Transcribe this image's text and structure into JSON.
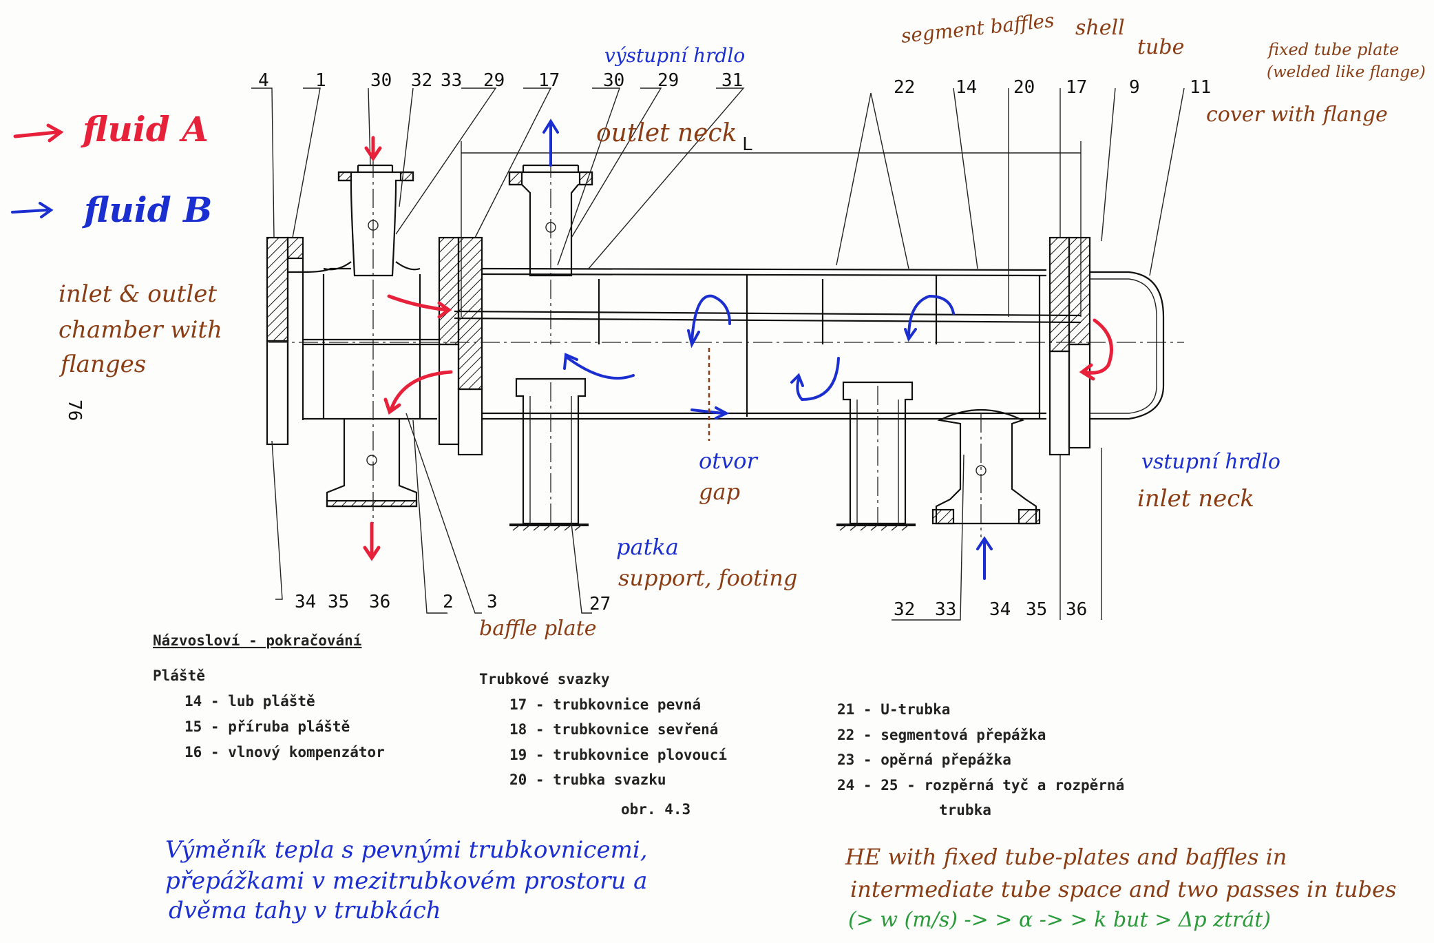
{
  "part_numbers_top_left": [
    "4",
    "1",
    "30",
    "32",
    "33",
    "29",
    "17",
    "30",
    "29",
    "31"
  ],
  "part_numbers_top_right": [
    "22",
    "14",
    "20",
    "17",
    "9",
    "11"
  ],
  "part_numbers_bottom_left": [
    "34",
    "35",
    "36",
    "2",
    "3",
    "27"
  ],
  "part_numbers_bottom_right": [
    "32",
    "33",
    "34",
    "35",
    "36"
  ],
  "dimension_label": "L",
  "page_number": "76",
  "annotations": {
    "fluid_a": "fluid A",
    "fluid_b": "fluid B",
    "outlet_neck_cz": "výstupní hrdlo",
    "outlet_neck_en": "outlet neck",
    "segment_baffles": "segment baffles",
    "shell": "shell",
    "tube": "tube",
    "fixed_tube_plate_1": "fixed tube plate",
    "fixed_tube_plate_2": "(welded like flange)",
    "cover_with_flange": "cover with flange",
    "chamber_1": "inlet & outlet",
    "chamber_2": "chamber with",
    "chamber_3": "flanges",
    "gap_cz": "otvor",
    "gap_en": "gap",
    "footing_cz": "patka",
    "footing_en": "support, footing",
    "baffle_plate": "baffle plate",
    "inlet_neck_cz": "vstupní hrdlo",
    "inlet_neck_en": "inlet neck"
  },
  "legend": {
    "title": "Názvosloví - pokračování",
    "shells_heading": "Pláště",
    "shells": [
      "14 - lub pláště",
      "15 - příruba pláště",
      "16 - vlnový kompenzátor"
    ],
    "bundles_heading": "Trubkové svazky",
    "bundles": [
      "17 - trubkovnice pevná",
      "18 - trubkovnice sevřená",
      "19 - trubkovnice plovoucí",
      "20 - trubka svazku"
    ],
    "figure": "obr. 4.3",
    "other": [
      "21 - U-trubka",
      "22 - segmentová přepážka",
      "23 - opěrná přepážka",
      "24 - 25 - rozpěrná tyč a rozpěrná"
    ],
    "other_cont": "trubka"
  },
  "caption_cz": [
    "Výměník tepla s pevnými trubkovnicemi,",
    "přepážkami v mezitrubkovém prostoru a",
    "dvěma tahy v trubkách"
  ],
  "caption_en": [
    "HE with fixed tube-plates and baffles in",
    "intermediate tube space and two passes in tubes"
  ],
  "caption_green": "(> w (m/s) -> > α -> > k but > Δp ztrát)",
  "colors": {
    "fluid_a": "#e8213a",
    "fluid_b": "#1b2fd1",
    "notes": "#8a3d14",
    "green": "#2a9a3a"
  }
}
